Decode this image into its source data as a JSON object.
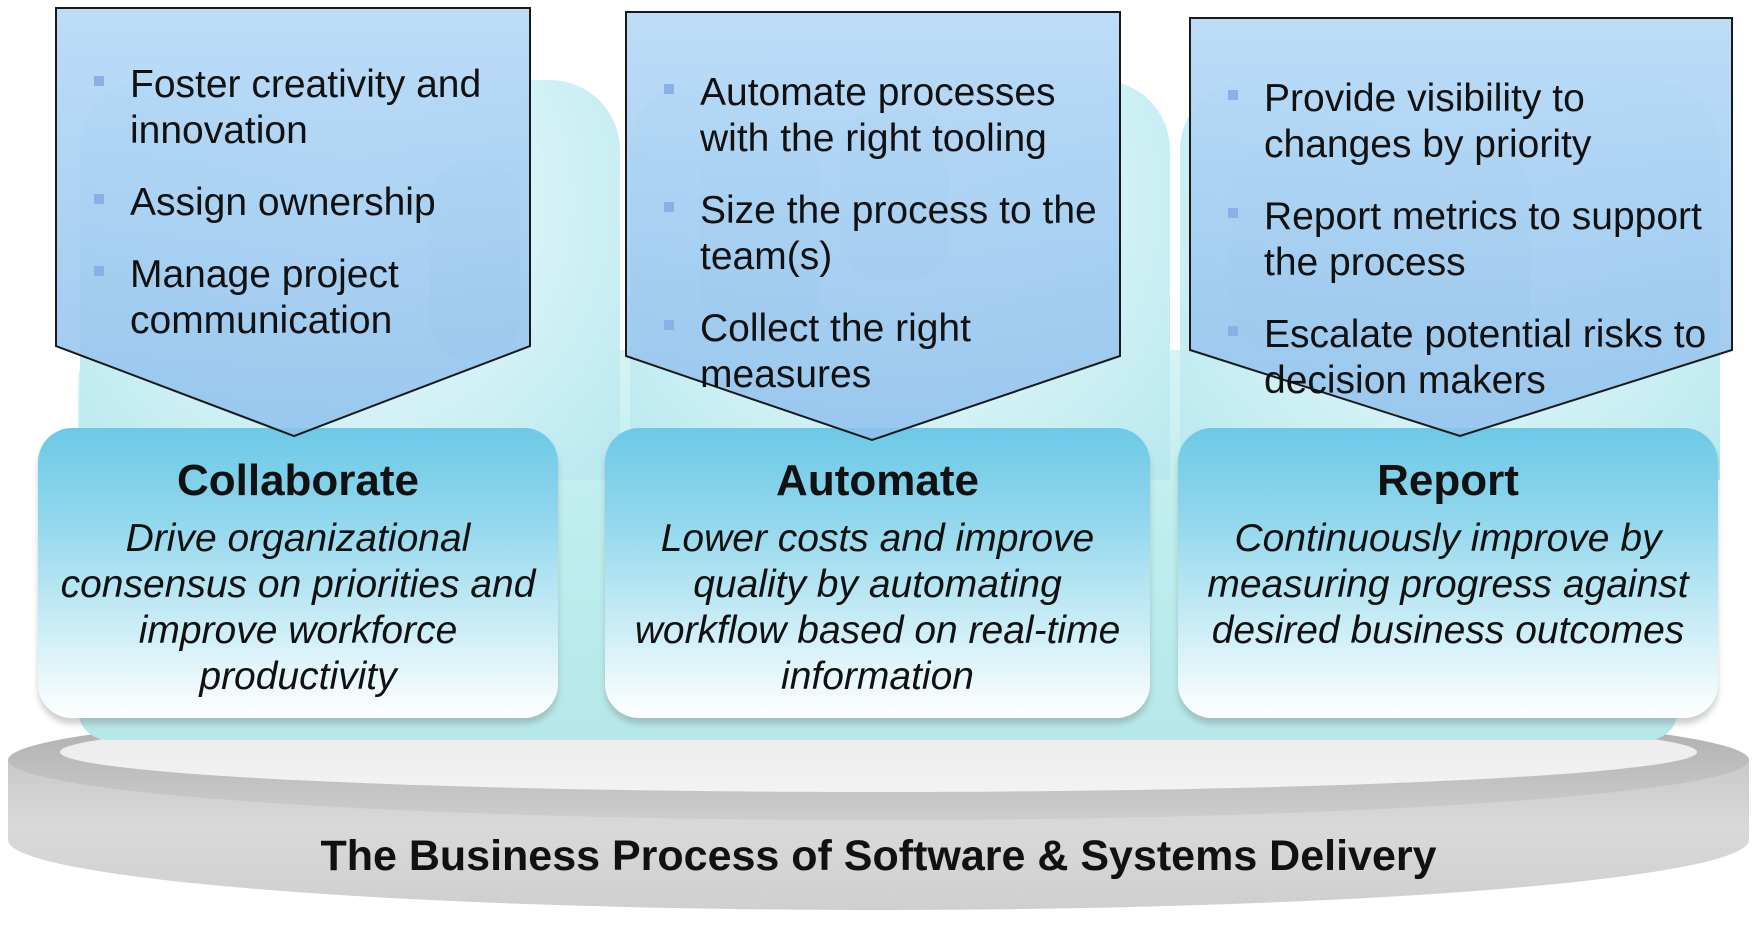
{
  "pillars": [
    {
      "title": "Collaborate",
      "description": "Drive organizational consensus on priorities and improve workforce productivity",
      "callout_items": [
        "Foster creativity and innovation",
        "Assign ownership",
        "Manage project communication"
      ]
    },
    {
      "title": "Automate",
      "description": "Lower costs and improve quality by automating workflow based on real-time information",
      "callout_items": [
        "Automate processes with the right tooling",
        "Size the process to the team(s)",
        "Collect the right measures"
      ]
    },
    {
      "title": "Report",
      "description": "Continuously improve by measuring progress against desired business outcomes",
      "callout_items": [
        "Provide visibility to changes by priority",
        "Report metrics to support the process",
        "Escalate potential risks to decision makers"
      ]
    }
  ],
  "foundation": {
    "title": "The Business Process of Software & Systems Delivery"
  },
  "colors": {
    "callout_fill": "#a9cff2",
    "callout_stroke": "#1a1a1a",
    "bullet": "#8ab0e6",
    "pillar_top": "#6cc9e6",
    "banner": "#bfeeee",
    "platform": "#c9c9c9"
  }
}
